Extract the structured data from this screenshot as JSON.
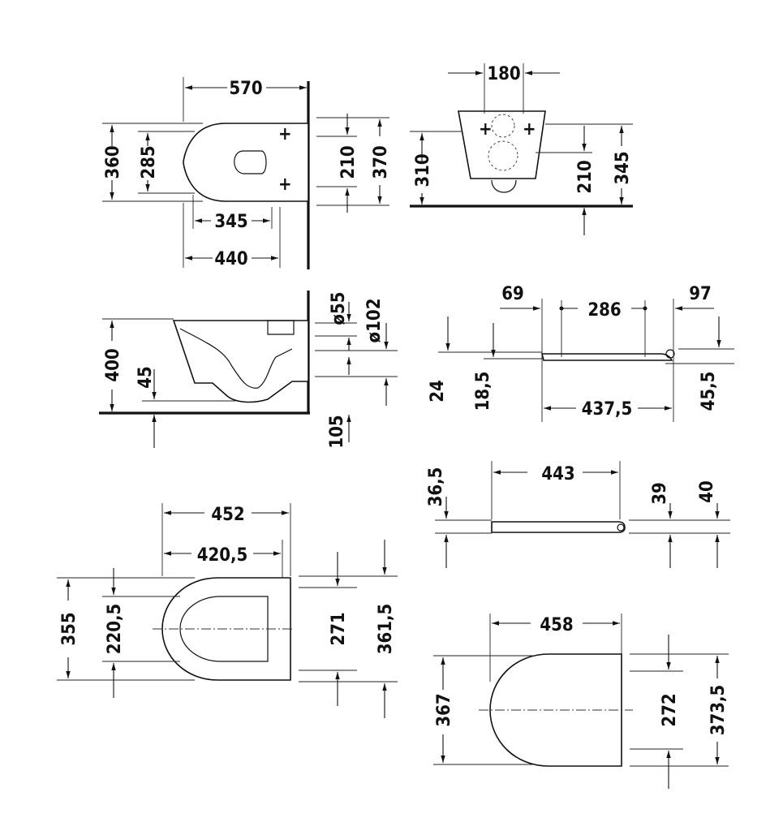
{
  "dimensions": {
    "top_view": {
      "length_570": "570",
      "width_360": "360",
      "inner_285": "285",
      "inner_345": "345",
      "overall_440": "440",
      "fix_210": "210",
      "fix_370": "370"
    },
    "rear_view": {
      "width_180": "180",
      "height_310": "310",
      "height_210": "210",
      "height_345": "345"
    },
    "side_view": {
      "height_400": "400",
      "height_45": "45",
      "pipe_55": "ø55",
      "pipe_102": "ø102",
      "offset_105": "105"
    },
    "seat_side": {
      "d_69": "69",
      "d_286": "286",
      "d_97": "97",
      "d_24": "24",
      "d_18_5": "18,5",
      "d_437_5": "437,5",
      "d_45_5": "45,5"
    },
    "lid_side": {
      "d_443": "443",
      "d_36_5": "36,5",
      "d_39": "39",
      "d_40": "40"
    },
    "seat_top": {
      "d_452": "452",
      "d_420_5": "420,5",
      "d_355": "355",
      "d_220_5": "220,5",
      "d_271": "271",
      "d_361_5": "361,5"
    },
    "lid_top": {
      "d_458": "458",
      "d_367": "367",
      "d_272": "272",
      "d_373_5": "373,5"
    }
  }
}
